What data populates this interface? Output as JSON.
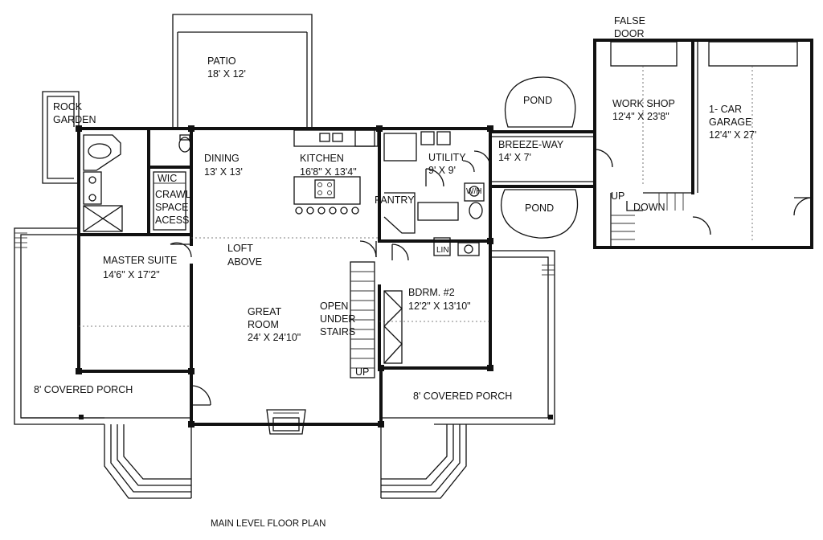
{
  "title": "MAIN LEVEL FLOOR PLAN",
  "rooms": {
    "patio": {
      "name": "PATIO",
      "size": "18' X 12'"
    },
    "rock_garden": {
      "line1": "ROCK",
      "line2": "GARDEN"
    },
    "dining": {
      "name": "DINING",
      "size": "13' X 13'"
    },
    "kitchen": {
      "name": "KITCHEN",
      "size": "16'8\" X 13'4\""
    },
    "utility": {
      "name": "UTILITY",
      "size": "9' X 9'"
    },
    "pantry": {
      "name": "PANTRY"
    },
    "wic": {
      "name": "WIC"
    },
    "crawl_space": {
      "line1": "CRAWL",
      "line2": "SPACE",
      "line3": "ACESS"
    },
    "loft": {
      "line1": "LOFT",
      "line2": "ABOVE"
    },
    "master_suite": {
      "name": "MASTER SUITE",
      "size": "14'6\" X 17'2\""
    },
    "great_room": {
      "line1": "GREAT",
      "line2": "ROOM",
      "size": "24' X 24'10\""
    },
    "open_under_stairs": {
      "line1": "OPEN",
      "line2": "UNDER",
      "line3": "STAIRS"
    },
    "bedroom2": {
      "name": "BDRM. #2",
      "size": "12'2\" X 13'10\""
    },
    "porch_left": {
      "name": "8' COVERED PORCH"
    },
    "porch_right": {
      "name": "8' COVERED PORCH"
    },
    "breezeway": {
      "name": "BREEZE-WAY",
      "size": "14' X 7'"
    },
    "pond_top": {
      "name": "POND"
    },
    "pond_bottom": {
      "name": "POND"
    },
    "workshop": {
      "name": "WORK SHOP",
      "size": "12'4\" X 23'8\""
    },
    "garage": {
      "line1": "1- CAR",
      "line2": "GARAGE",
      "size": "12'4\" X 27'"
    },
    "false_door": {
      "line1": "FALSE",
      "line2": "DOOR"
    }
  },
  "markers": {
    "up_stairs": "UP",
    "up_garage": "UP",
    "down_garage": "DOWN",
    "lin": "LIN",
    "wh": "W/H"
  }
}
